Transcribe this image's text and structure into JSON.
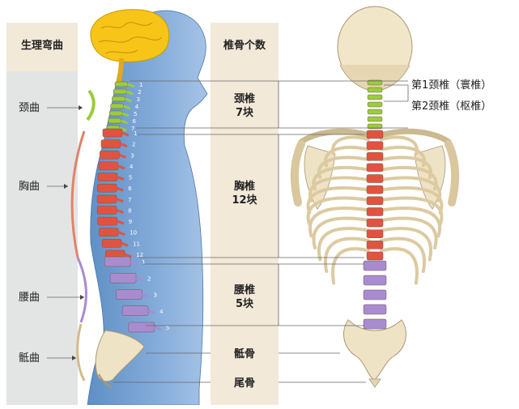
{
  "left_panel": {
    "header": "生理弯曲",
    "curves": [
      {
        "label": "颈曲"
      },
      {
        "label": "胸曲"
      },
      {
        "label": "腰曲"
      },
      {
        "label": "骶曲"
      }
    ]
  },
  "middle_panel": {
    "header": "椎骨个数",
    "groups": [
      {
        "name": "颈椎",
        "count": "7块"
      },
      {
        "name": "胸椎",
        "count": "12块"
      },
      {
        "name": "腰椎",
        "count": "5块"
      },
      {
        "name": "骶骨"
      },
      {
        "name": "尾骨"
      }
    ]
  },
  "right_panel": {
    "atlas_label": "第1颈椎（寰椎）",
    "axis_label": "第2颈椎（枢椎）"
  },
  "vertebra_numbers": {
    "cervical": [
      "1",
      "2",
      "3",
      "4",
      "5",
      "6",
      "7"
    ],
    "thoracic": [
      "1",
      "2",
      "3",
      "4",
      "5",
      "6",
      "7",
      "8",
      "9",
      "10",
      "11",
      "12"
    ],
    "lumbar": [
      "1",
      "2",
      "3",
      "4",
      "5"
    ]
  },
  "colors": {
    "cervical": "#9ccc3a",
    "thoracic": "#e2533f",
    "lumbar": "#a98bd0",
    "sacrum": "#efe3c6",
    "brain": "#f7c418",
    "body": "#7fa8d4",
    "panel_bg": "#f2e9d8"
  }
}
